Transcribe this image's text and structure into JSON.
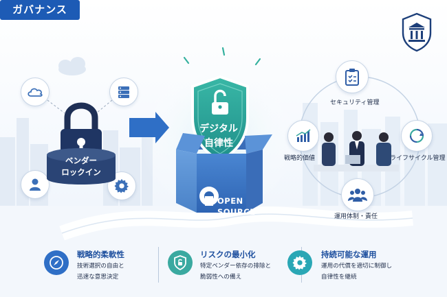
{
  "header": {
    "title": "ガバナンス"
  },
  "left_panel": {
    "lock_label_line1": "ベンダー",
    "lock_label_line2": "ロックイン",
    "icons": [
      "cloud-icon",
      "server-icon",
      "user-icon",
      "gear-icon"
    ]
  },
  "center": {
    "shield_line1": "デジタル",
    "shield_line2": "自律性",
    "box_line1": "OPEN",
    "box_line2": "SOURCE"
  },
  "cycle": {
    "items": [
      {
        "label": "セキュリティ管理",
        "icon": "clipboard-icon"
      },
      {
        "label": "ライフサイクル管理",
        "icon": "cycle-icon"
      },
      {
        "label": "運用体制・責任",
        "icon": "team-icon"
      },
      {
        "label": "戦略的価値",
        "icon": "growth-chart-icon"
      }
    ]
  },
  "features": [
    {
      "title": "戦略的柔軟性",
      "desc1": "技術選択の自由と",
      "desc2": "迅速な意思決定",
      "icon": "compass-icon",
      "color": "#2f6fc6"
    },
    {
      "title": "リスクの最小化",
      "desc1": "特定ベンダー依存の排除と",
      "desc2": "脆弱性への備え",
      "icon": "shield-icon",
      "color": "#3aa9a0"
    },
    {
      "title": "持続可能な運用",
      "desc1": "運用の代償を適切に制御し",
      "desc2": "自律性を継続",
      "icon": "gear-icon",
      "color": "#2aa7b5"
    }
  ],
  "colors": {
    "brand_blue": "#1d5bb5",
    "teal": "#2bb3a3",
    "box_blue": "#3b78c9"
  }
}
